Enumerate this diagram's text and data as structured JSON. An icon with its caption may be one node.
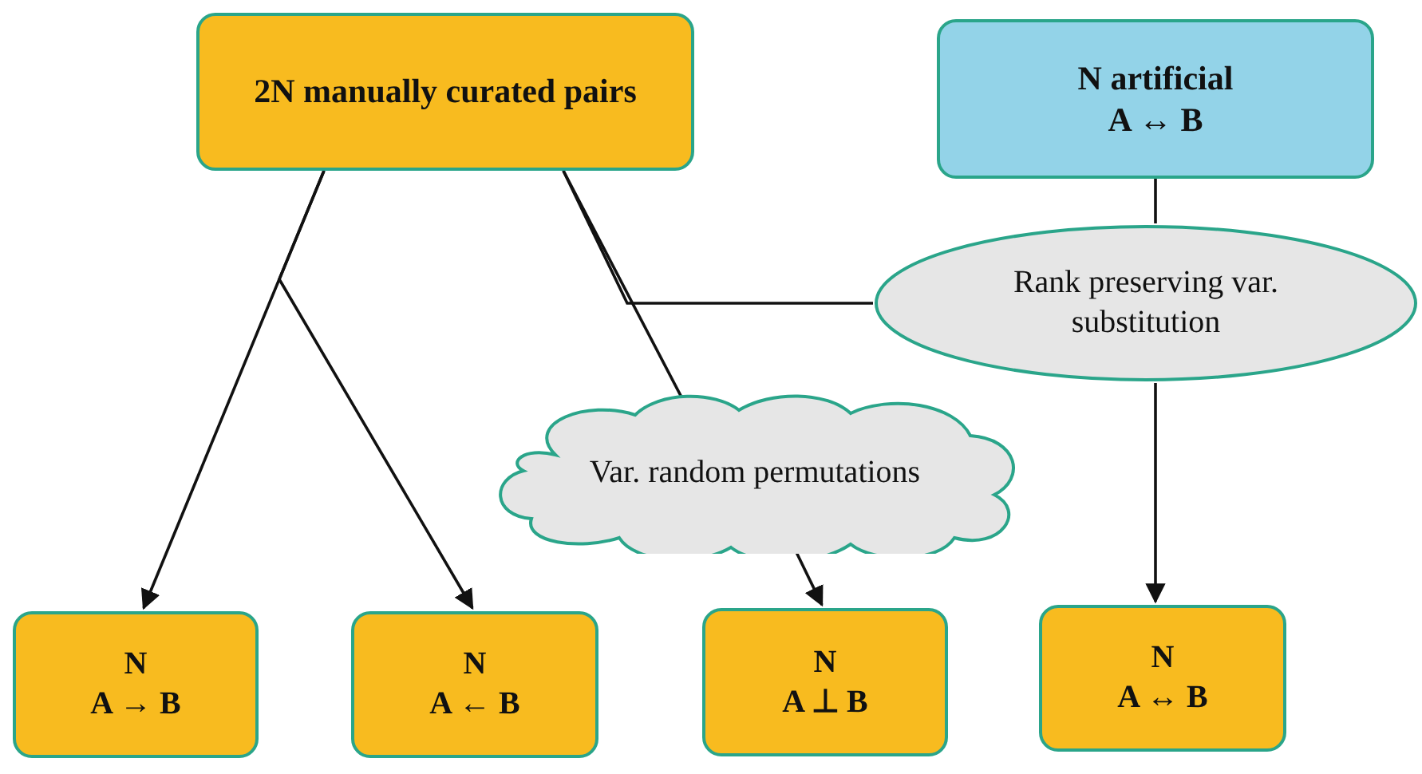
{
  "diagram": {
    "nodes": [
      {
        "text": [
          "2N manually curated pairs"
        ]
      },
      {
        "text": [
          "N artificial",
          "A ↔ B"
        ]
      },
      {
        "text": [
          "Rank preserving var. substitution"
        ]
      },
      {
        "text": [
          "Var. random permutations"
        ]
      },
      {
        "text": [
          "N",
          "A → B"
        ]
      },
      {
        "text": [
          "N",
          "A ← B"
        ]
      },
      {
        "text": [
          "N",
          "A ⊥ B"
        ]
      },
      {
        "text": [
          "N",
          "A ↔ B"
        ]
      }
    ],
    "edges": [
      {
        "from": 0,
        "to": 4,
        "arrow": "to"
      },
      {
        "from": 0,
        "to": 5,
        "arrow": "to"
      },
      {
        "from": 0,
        "to": 3,
        "arrow": "none"
      },
      {
        "from": 3,
        "to": 6,
        "arrow": "to"
      },
      {
        "from": 1,
        "to": 2,
        "arrow": "none"
      },
      {
        "from": 2,
        "to": 7,
        "arrow": "to"
      },
      {
        "from": 0,
        "to": 2,
        "arrow": "none"
      }
    ]
  }
}
